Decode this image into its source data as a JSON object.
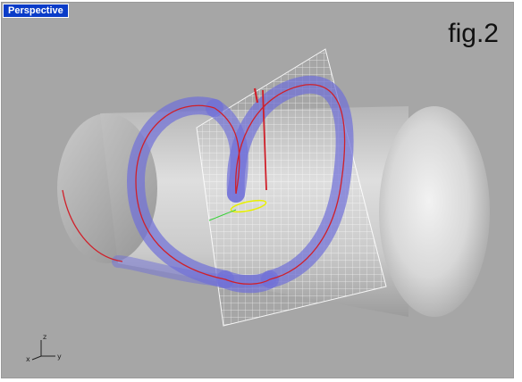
{
  "viewport": {
    "tab_label": "Perspective",
    "figure_label": "fig.2"
  },
  "axes": {
    "x_label": "x",
    "y_label": "y",
    "z_label": "z"
  },
  "scene": {
    "objects": [
      "cylinder",
      "helix-tube",
      "helix-curve",
      "section-plane",
      "profile-ellipse"
    ],
    "colors": {
      "background": "#a6a6a6",
      "cylinder": "#d9d9d9",
      "tube": "#6f6fd8",
      "curve": "#d0202a",
      "grid": "#ffffff",
      "profile": "#e8f000",
      "tab": "#0a3cc8"
    }
  }
}
